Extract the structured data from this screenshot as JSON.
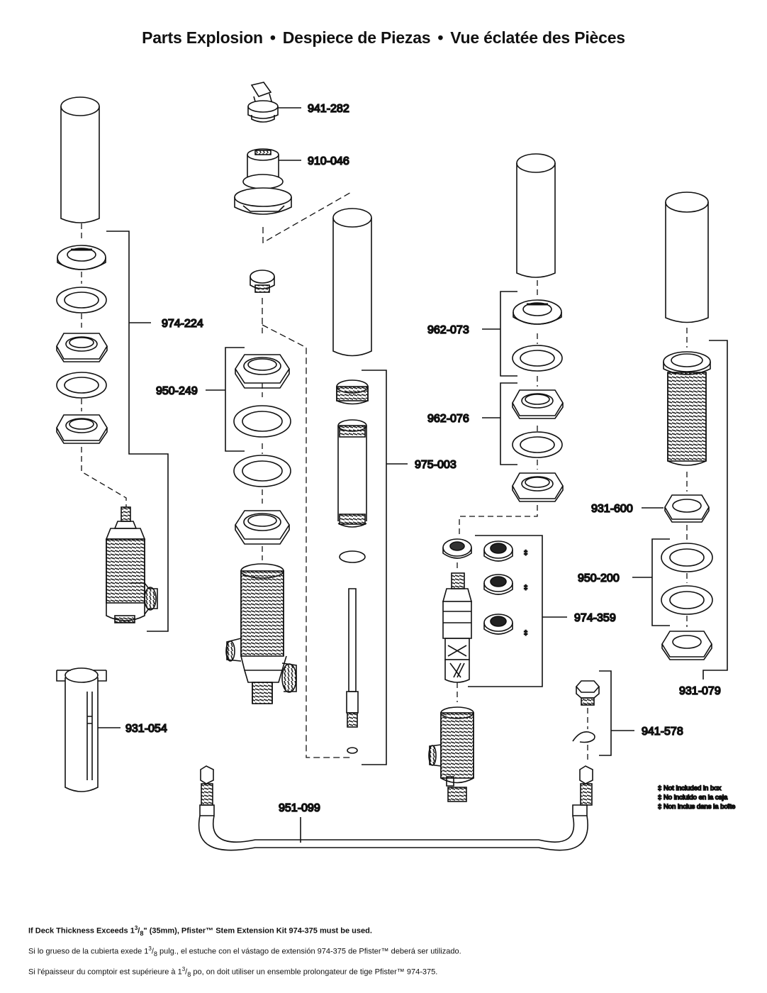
{
  "title": {
    "en": "Parts Explosion",
    "es": "Despiece de Piezas",
    "fr": "Vue éclatée des Pièces",
    "separator": "•"
  },
  "parts": {
    "p941_282": "941-282",
    "p910_046": "910-046",
    "p974_224": "974-224",
    "p950_249": "950-249",
    "p975_003": "975-003",
    "p962_073": "962-073",
    "p962_076": "962-076",
    "p931_600": "931-600",
    "p950_200": "950-200",
    "p974_359": "974-359",
    "p931_079": "931-079",
    "p931_054": "931-054",
    "p941_578": "941-578",
    "p951_099": "951-099"
  },
  "legend": {
    "mark": "‡",
    "en": "Not Included in box",
    "es": "No incluido en la caja",
    "fr": "Non inclus dans la boîte"
  },
  "footer": {
    "en_a": "If Deck Thickness Exceeds 1",
    "en_frac_num": "3",
    "en_frac_den": "8",
    "en_b": "\" (35mm), Pfister™ Stem Extension Kit 974-375 must be used.",
    "es_a": "Si lo grueso de la cubierta exede 1",
    "es_b": " pulg., el estuche con el vástago de extensión 974-375 de Pfister™ deberá ser utilizado.",
    "fr_a": "Si l'épaisseur du comptoir est supérieure à 1",
    "fr_b": " po, on doit utiliser un ensemble prolongateur de tige Pfister™ 974-375."
  }
}
